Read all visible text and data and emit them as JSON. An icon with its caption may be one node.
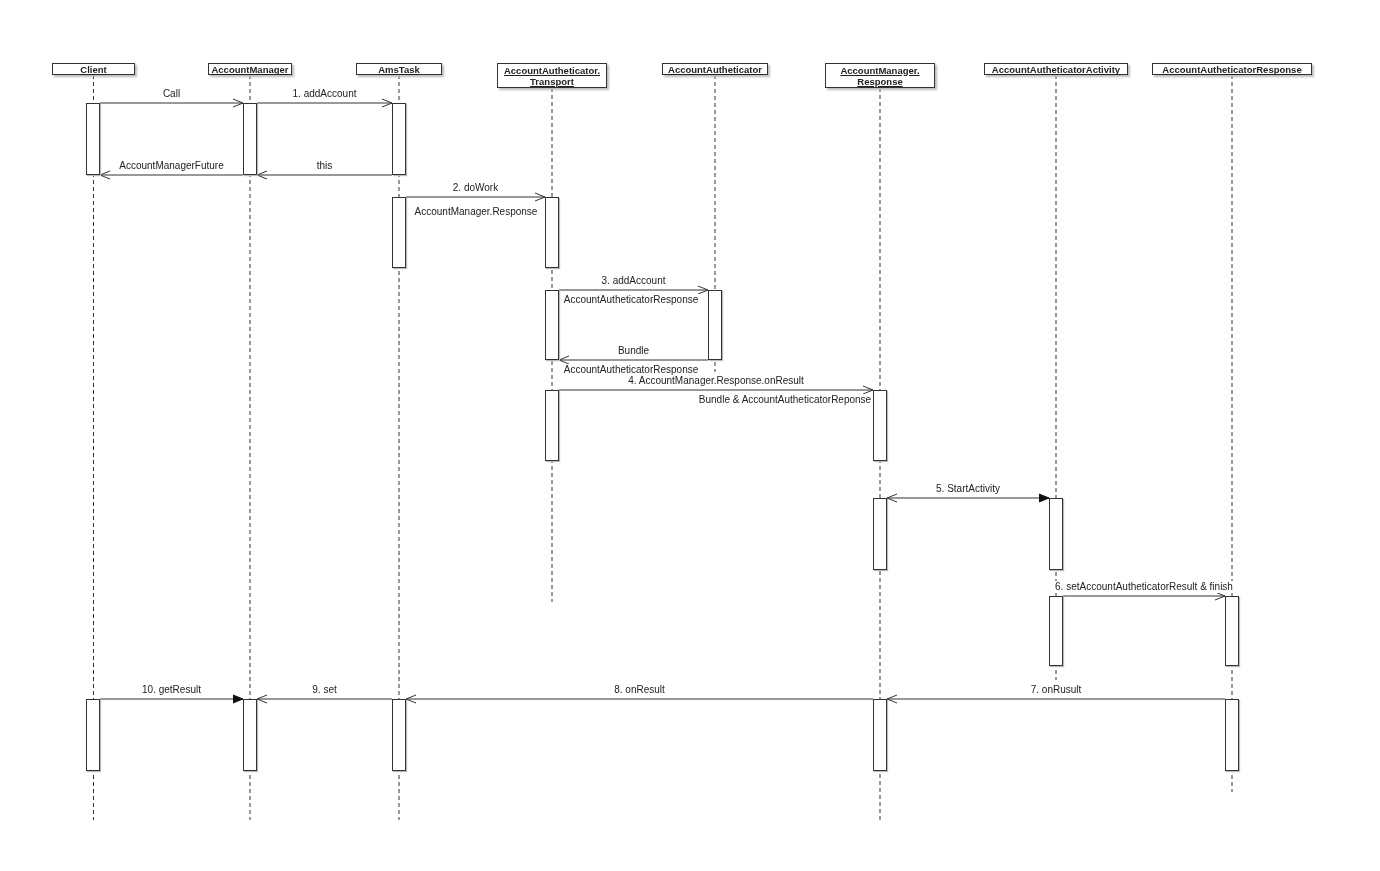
{
  "diagram": {
    "nodes": [
      {
        "text": [
          "Client"
        ]
      },
      {
        "text": [
          "AccountManager"
        ]
      },
      {
        "text": [
          "AmsTask"
        ]
      },
      {
        "text": [
          "AccountAutheticator. Transport"
        ]
      },
      {
        "text": [
          "AccountAutheticator"
        ]
      },
      {
        "text": [
          "AccountManager. Response"
        ]
      },
      {
        "text": [
          "AccountAutheticatorActivity"
        ]
      },
      {
        "text": [
          "AccountAutheticatorResponse"
        ]
      },
      {
        "text": [],
        "shape": "bar"
      },
      {
        "text": [],
        "shape": "bar"
      },
      {
        "text": [],
        "shape": "bar"
      },
      {
        "text": [],
        "shape": "bar"
      },
      {
        "text": [],
        "shape": "bar"
      },
      {
        "text": [],
        "shape": "bar"
      },
      {
        "text": [],
        "shape": "bar"
      },
      {
        "text": [],
        "shape": "bar"
      },
      {
        "text": [],
        "shape": "bar"
      },
      {
        "text": [],
        "shape": "bar"
      },
      {
        "text": [],
        "shape": "bar"
      },
      {
        "text": [],
        "shape": "bar"
      },
      {
        "text": [],
        "shape": "bar"
      },
      {
        "text": [],
        "shape": "bar"
      },
      {
        "text": [],
        "shape": "bar"
      },
      {
        "text": [],
        "shape": "bar"
      },
      {
        "text": [],
        "shape": "bar"
      },
      {
        "text": [],
        "shape": "bar"
      }
    ],
    "edges": [
      {
        "from": 8,
        "to": 9,
        "arrow": "to",
        "label": "Call"
      },
      {
        "from": 9,
        "to": 10,
        "arrow": "to",
        "label": "1. addAccount"
      },
      {
        "from": 9,
        "to": 8,
        "arrow": "to",
        "label": "AccountManagerFuture"
      },
      {
        "from": 10,
        "to": 9,
        "arrow": "to",
        "label": "this"
      },
      {
        "from": 11,
        "to": 12,
        "arrow": "to",
        "label": "2. doWork"
      },
      {
        "from": 13,
        "to": 14,
        "arrow": "to",
        "label": "3. addAccount"
      },
      {
        "from": 14,
        "to": 13,
        "arrow": "to",
        "label": "Bundle"
      },
      {
        "from": 15,
        "to": 16,
        "arrow": "to",
        "label": "4. AccountManager.Response.onResult"
      },
      {
        "from": 17,
        "to": 18,
        "arrow": "both",
        "label": "5. StartActivity"
      },
      {
        "from": 19,
        "to": 20,
        "arrow": "to",
        "label": "6. setAccountAutheticatorResult & finish"
      },
      {
        "from": 25,
        "to": 24,
        "arrow": "to",
        "label": "7. onRusult"
      },
      {
        "from": 24,
        "to": 23,
        "arrow": "to",
        "label": "8. onResult"
      },
      {
        "from": 23,
        "to": 22,
        "arrow": "to",
        "label": "9. set"
      },
      {
        "from": 21,
        "to": 22,
        "arrow": "to",
        "label": "10. getResult"
      }
    ],
    "labels": [
      "AccountManager.Response",
      "AccountAutheticatorResponse",
      "AccountAutheticatorResponse",
      "Bundle & AccountAutheticatorReponse"
    ]
  }
}
